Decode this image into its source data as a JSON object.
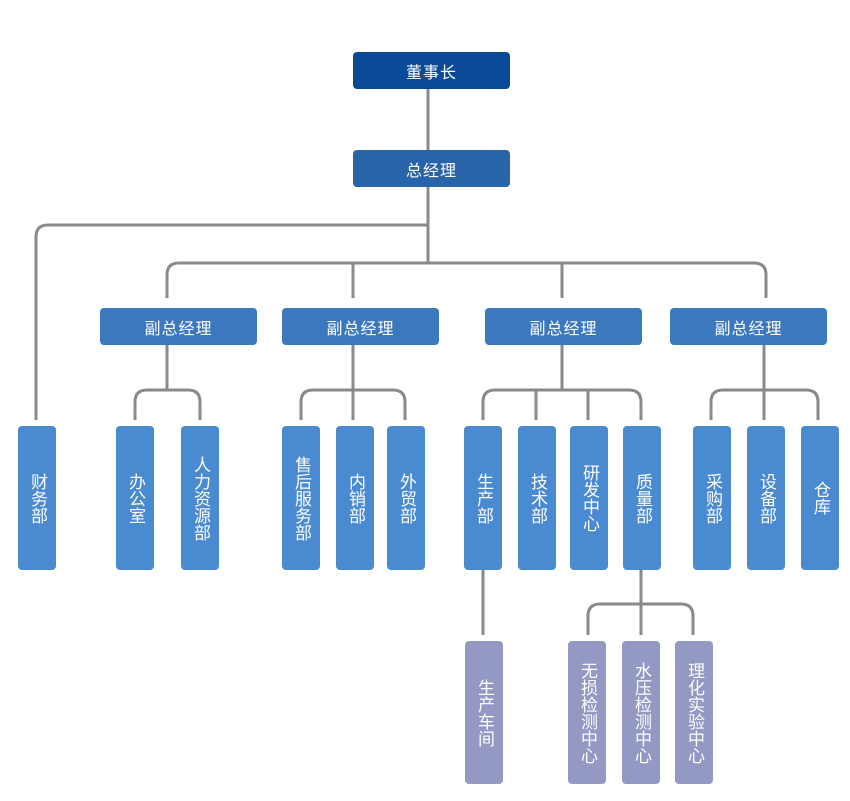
{
  "org": {
    "chairman": "董事长",
    "general_manager": "总经理",
    "finance": "财务部",
    "vp1": {
      "title": "副总经理",
      "depts": [
        "办公室",
        "人力资源部"
      ]
    },
    "vp2": {
      "title": "副总经理",
      "depts": [
        "售后服务部",
        "内销部",
        "外贸部"
      ]
    },
    "vp3": {
      "title": "副总经理",
      "depts": [
        "生产部",
        "技术部",
        "研发中心",
        "质量部"
      ],
      "production_sub": [
        "生产车间"
      ],
      "quality_sub": [
        "无损检测中心",
        "水压检测中心",
        "理化实验中心"
      ]
    },
    "vp4": {
      "title": "副总经理",
      "depts": [
        "采购部",
        "设备部",
        "仓库"
      ]
    }
  }
}
